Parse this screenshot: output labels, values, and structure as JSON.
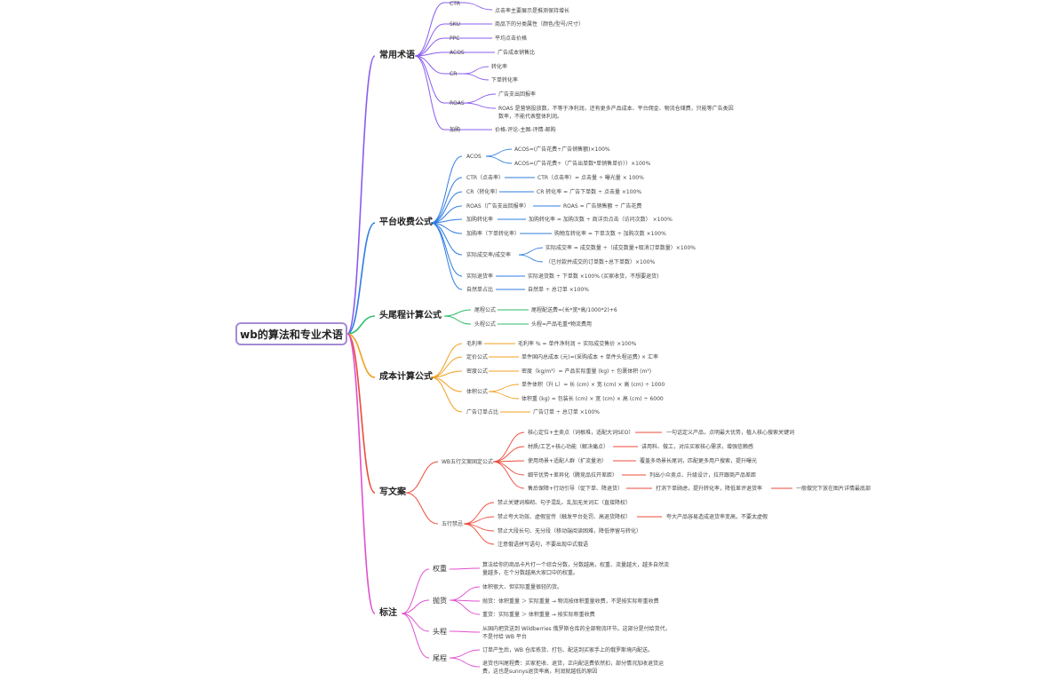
{
  "root": {
    "label": "wb的算法和专业术语"
  },
  "colors": {
    "terms": "#8a5cf0",
    "formula": "#2f7de1",
    "headtail": "#2ebd6b",
    "cost": "#f0a020",
    "copy": "#ec4b3b",
    "tag": "#e04fcf"
  },
  "terms": {
    "label": "常用术语",
    "items": [
      {
        "label": "CTR",
        "children": [
          "点击率主要展示是推测保持增长"
        ]
      },
      {
        "label": "SKU",
        "children": [
          "商品下的分类属性（颜色/型号/尺寸）"
        ]
      },
      {
        "label": "PPC",
        "children": [
          "平均点击价格"
        ]
      },
      {
        "label": "ACOS",
        "children": [
          "广告成本销售比"
        ]
      },
      {
        "label": "CR",
        "children": [
          "转化率",
          "下单转化率"
        ]
      },
      {
        "label": "ROAS",
        "children": [
          "广告支出回报率",
          "ROAS 是营销投放数，不等于净利润，还有更多产品成本、平台佣金、物流仓储费，只能等广告类因数率，不能代表整体利润。"
        ]
      },
      {
        "label": "加购",
        "children": [
          "价格-评论-主图-评情-邮购"
        ]
      }
    ]
  },
  "formula": {
    "label": "平台收费公式",
    "items": [
      {
        "label": "ACOS",
        "children": [
          "ACOS=(广告花费÷广告销售额)×100%",
          "ACOS=(广告花费÷（广告出单数*单销售单价））×100%"
        ]
      },
      {
        "label": "CTR（点击率）",
        "children": [
          "CTR（点击率）= 点击量 ÷ 曝光量 × 100%"
        ]
      },
      {
        "label": "CR（转化率）",
        "children": [
          "CR 转化率 = 广告下单数 ÷ 点击量 ×100%"
        ]
      },
      {
        "label": "ROAS（广告支出回报率）",
        "children": [
          "ROAS = 广告销售额 ÷ 广告花费"
        ]
      },
      {
        "label": "加购转化率",
        "children": [
          "加购转化率 = 加购次数 ÷ 商详页点击（访问次数） ×100%"
        ]
      },
      {
        "label": "加购率（下单转化率）",
        "children": [
          "购物车转化率 = 下单次数 ÷ 加购次数 ×100%"
        ]
      },
      {
        "label": "实际成交率/成交率",
        "children": [
          "实际成交率 = 成交数量 ÷（成交数量+取消订单数量）×100%",
          "（已付款并成交的订单数÷总下单数）×100%"
        ]
      },
      {
        "label": "实际退货率",
        "children": [
          "实际退货数 ÷ 下单数 ×100% (买家收货，不想要退货)"
        ]
      },
      {
        "label": "自然单占比",
        "children": [
          "自然单 ÷ 总订单 ×100%"
        ]
      }
    ]
  },
  "headtail": {
    "label": "头尾程计算公式",
    "items": [
      {
        "label": "尾程公式",
        "children": [
          "尾程配送费=(长*宽*高/1000*2)+6"
        ]
      },
      {
        "label": "头程公式",
        "children": [
          "头程=产品毛重*物流费用"
        ]
      }
    ]
  },
  "cost": {
    "label": "成本计算公式",
    "items": [
      {
        "label": "毛利率",
        "children": [
          "毛利率 % = 单件净利润 ÷ 实际成交售价 ×100%"
        ]
      },
      {
        "label": "定价公式",
        "children": [
          "单件国内总成本 (元)=(采购成本 + 单件头程运费) × 汇率"
        ]
      },
      {
        "label": "密度公式",
        "children": [
          "密度（kg/m³）= 产品实际重量 (kg) ÷ 包裹体积 (m³)"
        ]
      },
      {
        "label": "体积公式",
        "children": [
          "单件体积（升 L）= 长 (cm) × 宽 (cm) × 高 (cm) ÷ 1000",
          "体积重 (kg) = 包装长 (cm) × 宽 (cm) × 高 (cm) ÷ 6000"
        ]
      },
      {
        "label": "广告订单占比",
        "children": [
          "广告订单 ÷ 总订单 ×100%"
        ]
      }
    ]
  },
  "copy": {
    "label": "写文案",
    "items": [
      {
        "label": "WB五行文案固定公式",
        "children": [
          {
            "label": "核心定位+主卖点（词根堆，适配大词SEO）",
            "children": [
              "一句话定义产品，点明最大优势，植入核心搜索关键词"
            ]
          },
          {
            "label": "材质/工艺+核心功能（解决痛点）",
            "children": [
              "讲用料、做工，对应买家核心需求，增强信赖感"
            ]
          },
          {
            "label": "使用场景+适配人群（扩流量池）",
            "children": [
              "覆盖多场景长尾词，匹配更多用户搜索，提升曝光"
            ]
          },
          {
            "label": "细节优势+差异化（腾竞品拉开差距）",
            "children": [
              "列出小众卖点、升级设计，拉开跟商产品差距"
            ]
          },
          {
            "label": "售后保障+行动引导（促下单、降退货）",
            "children": [
              "打消下单顾虑，提升转化率，降低差评退货率",
              "一般做完下放在图片详情最底部"
            ]
          }
        ]
      },
      {
        "label": "五行禁忌",
        "children": [
          {
            "label": "禁止关键词堆砌、句子混乱、乱加无关词汇（直接降权）",
            "children": []
          },
          {
            "label": "禁止夸大功效、虚假宣传（触发平台处罚、高退货降权）",
            "children": [
              "夸大产品容易造成退货率变高，不要太虚假"
            ]
          },
          {
            "label": "禁止大段长句、无分段（移动端阅读困难，降低停留与转化）",
            "children": []
          },
          {
            "label": "注意俄语拼写语句，不要出现中式俄语",
            "children": []
          }
        ]
      }
    ]
  },
  "tag": {
    "label": "标注",
    "items": [
      {
        "label": "权重",
        "children": [
          "算法给你的商品卡片打一个综合分数，分数越高，权重、流量越大，越多自然流量越多，在个分数越高大家口中的权重。"
        ]
      },
      {
        "label": "抛货",
        "children": [
          "体积很大、但实际重量很轻的货。",
          "抛货：体积重量 ＞ 实际重量 → 物流按体积重量收费，不是按实际称重收费",
          "重货：实际重量 ＞ 体积重量 → 按实际称重收费"
        ]
      },
      {
        "label": "头程",
        "children": [
          "从国内把货送到 Wildberries 俄罗斯仓库的全部物流环节。这部分是付给货代，不是付给 WB 平台"
        ]
      },
      {
        "label": "尾程",
        "children": [
          "订单产生后，WB 仓库拣货、打包、配送到买家手上的俄罗斯境内配送。",
          "退货也叫尾程费：买家拒收、退货，正向配送费依然扣，部分情况加收退货运费，这也是sunnys退货率高，利润就越低的原因"
        ]
      }
    ]
  }
}
